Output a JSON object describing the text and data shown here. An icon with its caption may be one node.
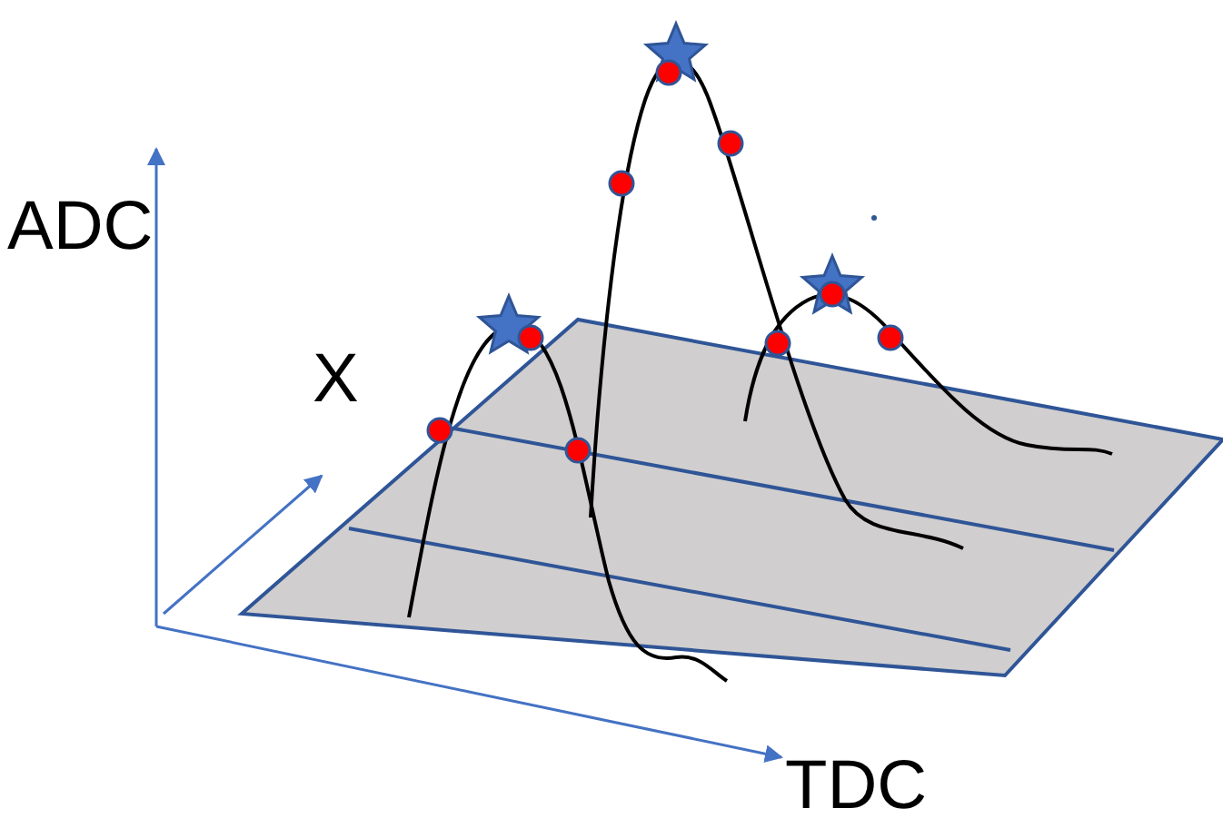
{
  "diagram": {
    "labels": [
      "ADC",
      "X",
      "TDC"
    ]
  }
}
